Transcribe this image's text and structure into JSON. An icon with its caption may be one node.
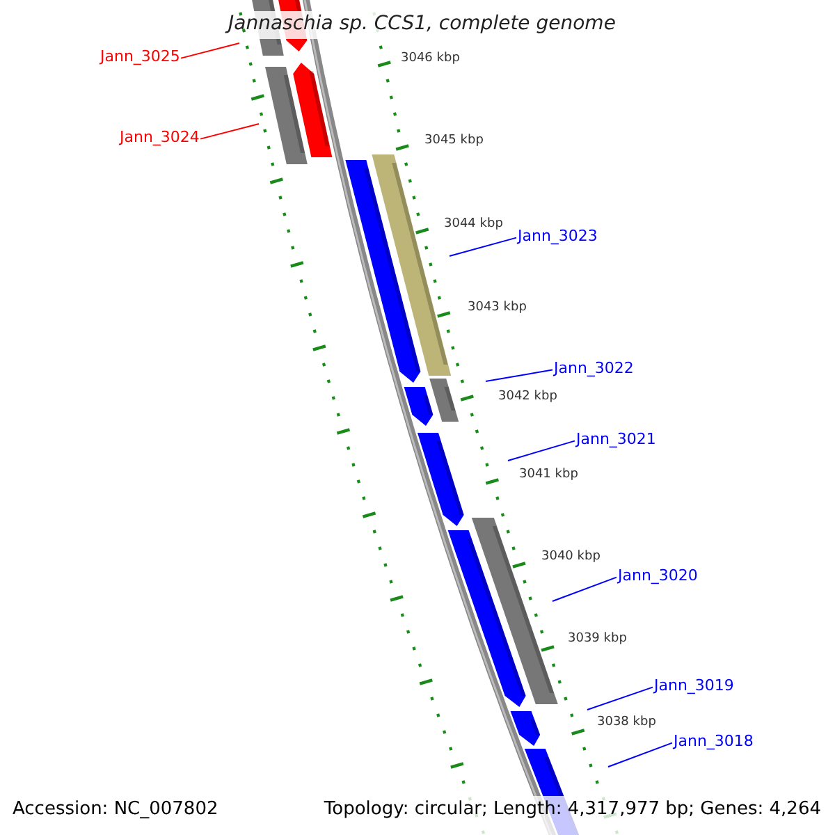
{
  "diagram": {
    "title": "Jannaschia sp. CCS1, complete genome",
    "nodes": [
      {
        "text": [
          "Jann_3025"
        ]
      },
      {
        "text": [
          "Jann_3024"
        ]
      },
      {
        "text": [
          "Jann_3023"
        ]
      },
      {
        "text": [
          "Jann_3022"
        ]
      },
      {
        "text": [
          "Jann_3021"
        ]
      },
      {
        "text": [
          "Jann_3020"
        ]
      },
      {
        "text": [
          "Jann_3019"
        ]
      },
      {
        "text": [
          "Jann_3018"
        ]
      }
    ],
    "edges": [
      {
        "from": 0,
        "to": null,
        "arrow": "none",
        "color": "#ff0000"
      },
      {
        "from": 1,
        "to": null,
        "arrow": "none",
        "color": "#ff0000"
      },
      {
        "from": 2,
        "to": null,
        "arrow": "none"
      },
      {
        "from": 3,
        "to": null,
        "arrow": "none"
      },
      {
        "from": 4,
        "to": null,
        "arrow": "none"
      },
      {
        "from": 5,
        "to": null,
        "arrow": "none"
      },
      {
        "from": 6,
        "to": null,
        "arrow": "none"
      },
      {
        "from": 7,
        "to": null,
        "arrow": "none"
      }
    ],
    "labels": [
      "3046 kbp",
      "3045 kbp",
      "3044 kbp",
      "3043 kbp",
      "3042 kbp",
      "3041 kbp",
      "3040 kbp",
      "3039 kbp",
      "3038 kbp",
      "Accession: NC_007802",
      "Topology: circular; Length: 4,317,977 bp; Genes: 4,264"
    ]
  }
}
